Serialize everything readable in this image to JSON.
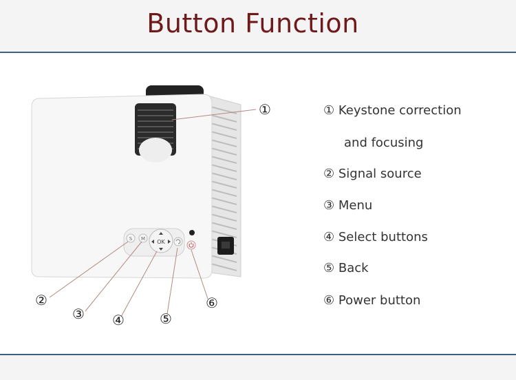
{
  "title": "Button Function",
  "legend": [
    {
      "num": "①",
      "text": "Keystone correction"
    },
    {
      "num": "",
      "text": "and focusing"
    },
    {
      "num": "②",
      "text": "Signal source"
    },
    {
      "num": "③",
      "text": "Menu"
    },
    {
      "num": "④",
      "text": "Select buttons"
    },
    {
      "num": "⑤",
      "text": "Back"
    },
    {
      "num": "⑥",
      "text": "Power button"
    }
  ],
  "callouts": [
    "①",
    "②",
    "③",
    "④",
    "⑤",
    "⑥"
  ],
  "panel_buttons": {
    "source": "S",
    "menu": "M",
    "ok": "OK"
  },
  "colors": {
    "title": "#6e1a1a",
    "rule": "#3c5f86",
    "callout_line": "#b08a80",
    "body": "#f7f7f7"
  }
}
